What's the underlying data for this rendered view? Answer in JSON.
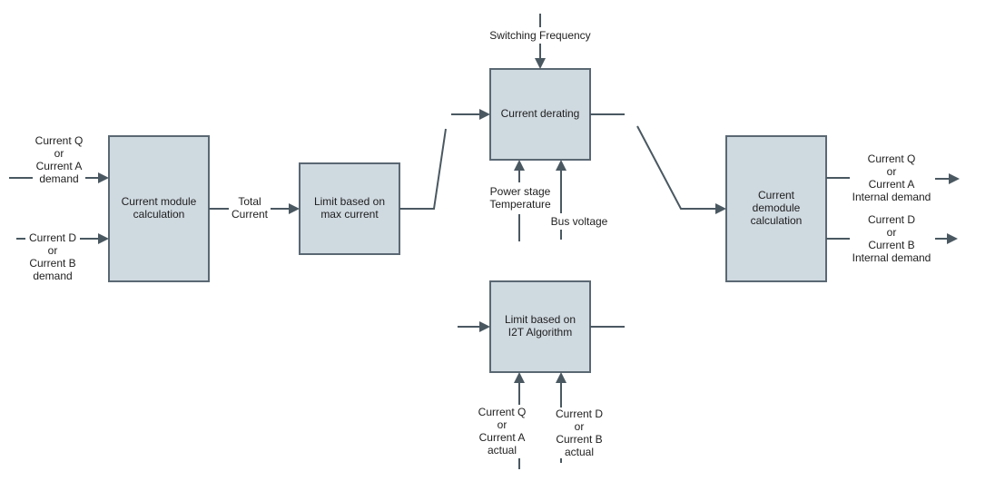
{
  "blocks": {
    "current_module": [
      "Current module",
      "calculation"
    ],
    "limit_max_current": [
      "Limit based on",
      "max current"
    ],
    "current_derating": [
      "Current derating"
    ],
    "limit_i2t": [
      "Limit based on",
      "I2T Algorithm"
    ],
    "current_demodule": [
      "Current",
      "demodule",
      "calculation"
    ]
  },
  "labels": {
    "input_q_demand": [
      "Current Q",
      "or",
      "Current A",
      "demand"
    ],
    "input_d_demand": [
      "Current D",
      "or",
      "Current B",
      "demand"
    ],
    "total_current": [
      "Total",
      "Current"
    ],
    "switching_frequency": [
      "Switching Frequency"
    ],
    "power_stage_temperature": [
      "Power stage",
      "Temperature"
    ],
    "bus_voltage": [
      "Bus voltage"
    ],
    "current_q_actual": [
      "Current Q",
      "or",
      "Current A",
      "actual"
    ],
    "current_d_actual": [
      "Current D",
      "or",
      "Current B",
      "actual"
    ],
    "output_q_internal": [
      "Current Q",
      "or",
      "Current A",
      "Internal demand"
    ],
    "output_d_internal": [
      "Current D",
      "or",
      "Current B",
      "Internal demand"
    ]
  }
}
